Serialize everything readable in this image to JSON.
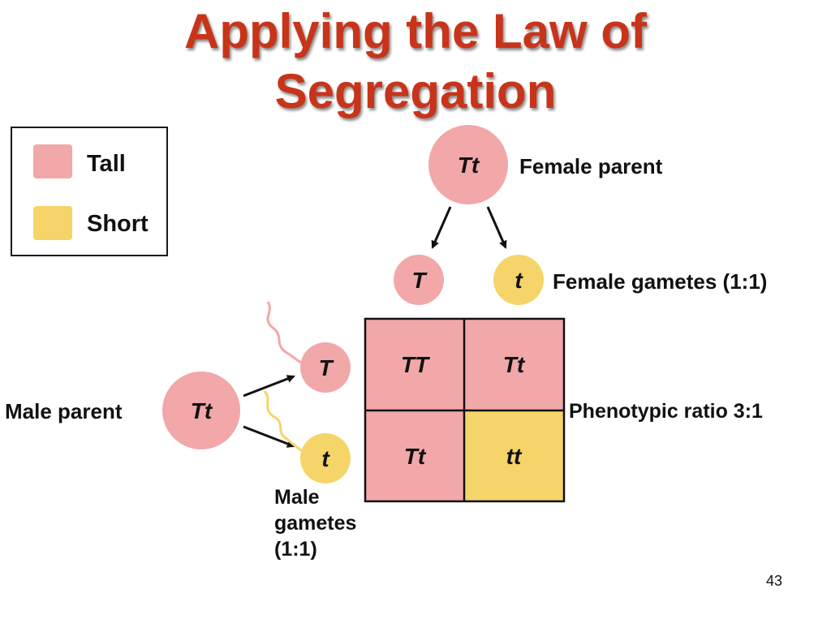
{
  "slide": {
    "title_line1": "Applying the Law of",
    "title_line2": "Segregation",
    "page_number": "43"
  },
  "legend": {
    "items": [
      {
        "label": "Tall",
        "color": "#f2a7a8"
      },
      {
        "label": "Short",
        "color": "#f5d569"
      }
    ]
  },
  "female": {
    "parent_genotype": "Tt",
    "parent_label": "Female parent",
    "gametes": [
      "T",
      "t"
    ],
    "gametes_label": "Female gametes (1:1)"
  },
  "male": {
    "parent_genotype": "Tt",
    "parent_label": "Male parent",
    "gametes": [
      "T",
      "t"
    ],
    "gametes_label_lines": [
      "Male",
      "gametes",
      "(1:1)"
    ]
  },
  "punnett": {
    "cells": [
      {
        "genotype": "TT",
        "phenotype": "tall"
      },
      {
        "genotype": "Tt",
        "phenotype": "tall"
      },
      {
        "genotype": "Tt",
        "phenotype": "tall"
      },
      {
        "genotype": "tt",
        "phenotype": "short"
      }
    ],
    "ratio_label": "Phenotypic ratio 3:1"
  },
  "colors": {
    "tall": "#f2a7a8",
    "short": "#f5d569",
    "title": "#c8341a"
  }
}
